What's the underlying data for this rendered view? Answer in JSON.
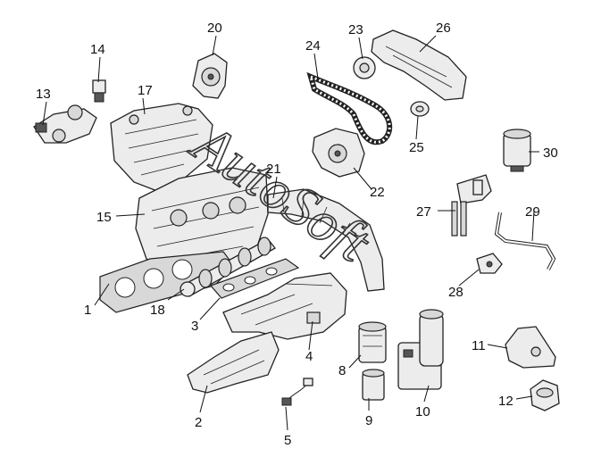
{
  "watermark": "AutoSoft",
  "callouts": [
    "1",
    "2",
    "3",
    "4",
    "5",
    "8",
    "9",
    "10",
    "11",
    "12",
    "13",
    "14",
    "15",
    "17",
    "18",
    "20",
    "21",
    "22",
    "23",
    "24",
    "25",
    "26",
    "27",
    "28",
    "29",
    "30"
  ]
}
